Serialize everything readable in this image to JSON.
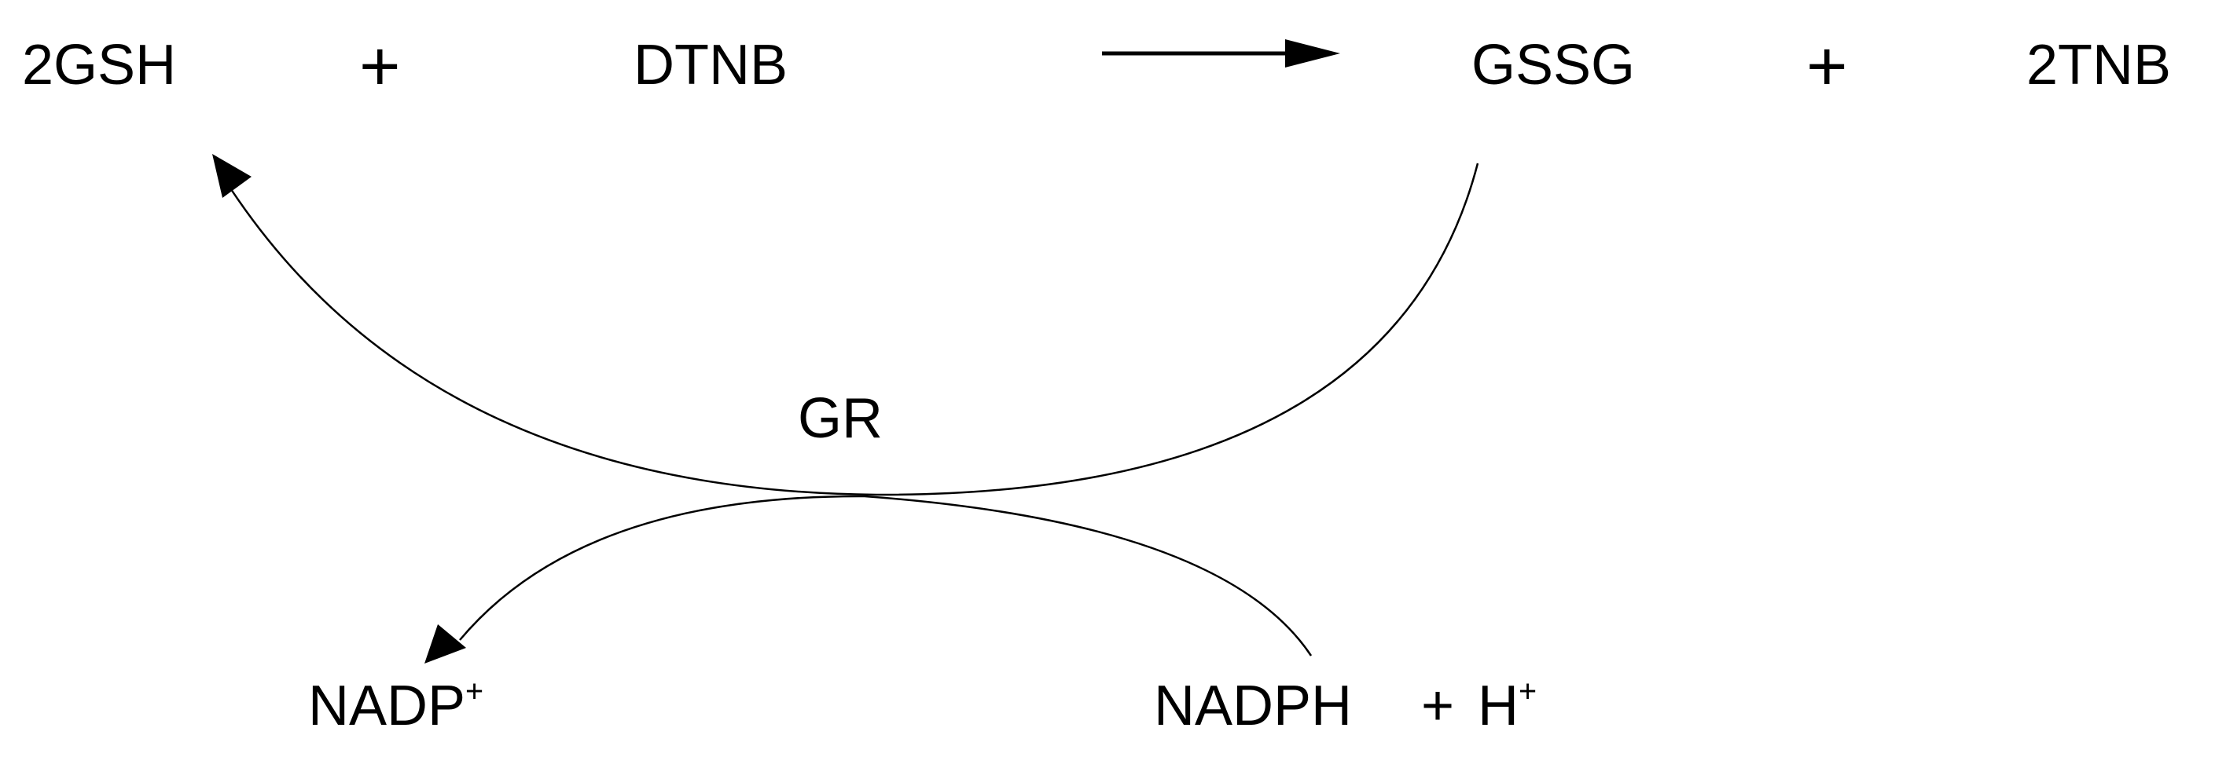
{
  "reaction": {
    "reactant_1": "2GSH",
    "plus_1": "+",
    "reactant_2": "DTNB",
    "product_1": "GSSG",
    "plus_2": "+",
    "product_2": "2TNB"
  },
  "enzyme": {
    "label": "GR"
  },
  "cofactors": {
    "nadp_base": "NADP",
    "nadp_sup": "+",
    "nadph": "NADPH",
    "plus": "+",
    "h_base": "H",
    "h_sup": "+"
  },
  "colors": {
    "ink": "#000000",
    "background": "#ffffff"
  }
}
